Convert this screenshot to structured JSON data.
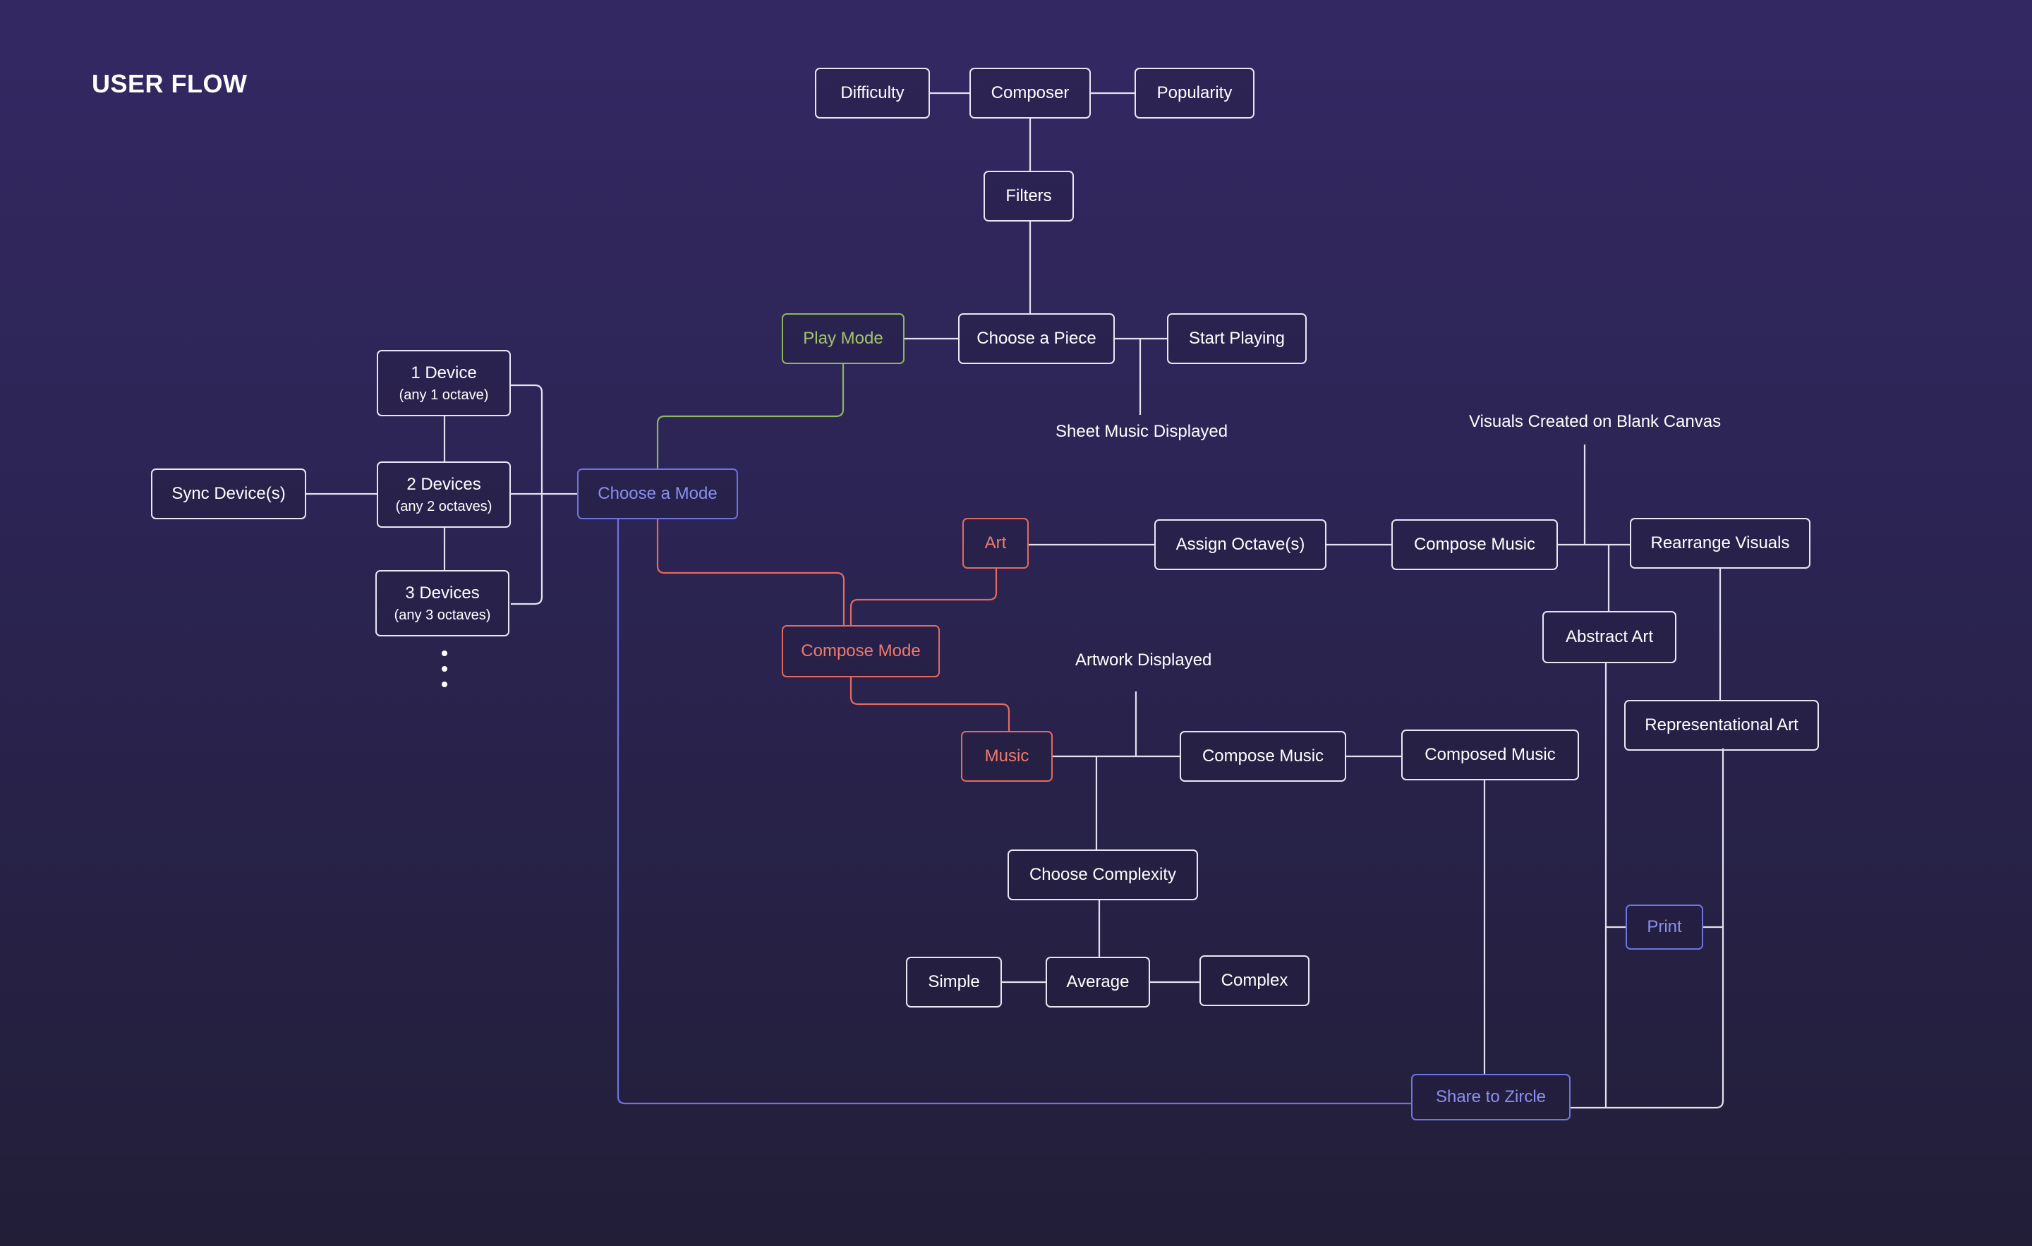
{
  "title": "USER FLOW",
  "colors": {
    "background_top": "#342863",
    "background_bottom": "#221e38",
    "node_border": "#e9e7f3",
    "play_mode": "#8fb65a",
    "compose_mode": "#e46a60",
    "share_print": "#6f74e0"
  },
  "nodes": {
    "difficulty": "Difficulty",
    "composer": "Composer",
    "popularity": "Popularity",
    "filters": "Filters",
    "play_mode": "Play Mode",
    "choose_piece": "Choose a Piece",
    "start_playing": "Start Playing",
    "device_1": {
      "label": "1 Device",
      "sub": "(any 1 octave)"
    },
    "device_2": {
      "label": "2 Devices",
      "sub": "(any 2 octaves)"
    },
    "device_3": {
      "label": "3 Devices",
      "sub": "(any 3 octaves)"
    },
    "sync_devices": "Sync Device(s)",
    "choose_mode": "Choose a Mode",
    "art": "Art",
    "assign_octaves": "Assign Octave(s)",
    "compose_music_art": "Compose Music",
    "rearrange_visuals": "Rearrange Visuals",
    "abstract_art": "Abstract Art",
    "representational_art": "Representational Art",
    "compose_mode": "Compose Mode",
    "music": "Music",
    "compose_music_music": "Compose Music",
    "composed_music": "Composed Music",
    "choose_complexity": "Choose Complexity",
    "simple": "Simple",
    "average": "Average",
    "complex": "Complex",
    "print": "Print",
    "share_zircle": "Share to Zircle"
  },
  "annotations": {
    "sheet_music": "Sheet Music Displayed",
    "visuals_blank_canvas": "Visuals Created on Blank Canvas",
    "artwork_displayed": "Artwork Displayed"
  }
}
